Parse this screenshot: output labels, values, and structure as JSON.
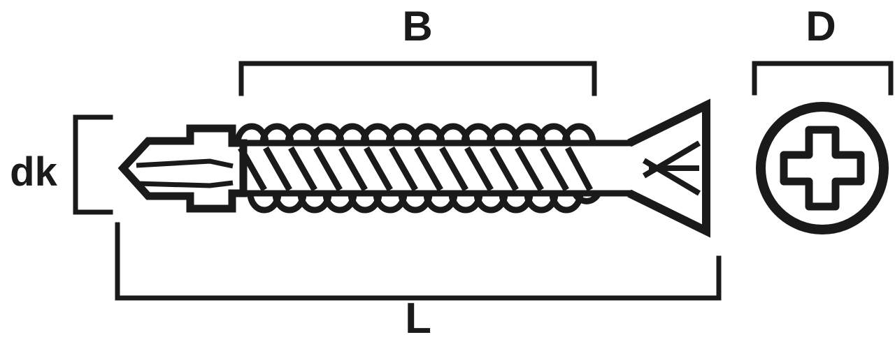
{
  "diagram": {
    "title": "Self-drilling countersunk head screw dimension drawing",
    "background_color": "#ffffff",
    "line_color": "#1a1a1a",
    "dimensions": {
      "dk": {
        "label": "dk",
        "meaning": "head-diameter-bracket-left",
        "orientation": "vertical"
      },
      "B": {
        "label": "B",
        "meaning": "thread-length-bracket-top",
        "orientation": "horizontal"
      },
      "L": {
        "label": "L",
        "meaning": "overall-length-bracket-bottom",
        "orientation": "horizontal"
      },
      "D": {
        "label": "D",
        "meaning": "head-diameter-bracket-end-view",
        "orientation": "horizontal"
      }
    },
    "parts": {
      "drill_point": "winged-drill-point",
      "thread": "helical-thread",
      "head": "countersunk-flat-head",
      "recess": "phillips-cross-recess",
      "end_view": "head-end-view-circle"
    },
    "thread_coil_count": 14
  }
}
